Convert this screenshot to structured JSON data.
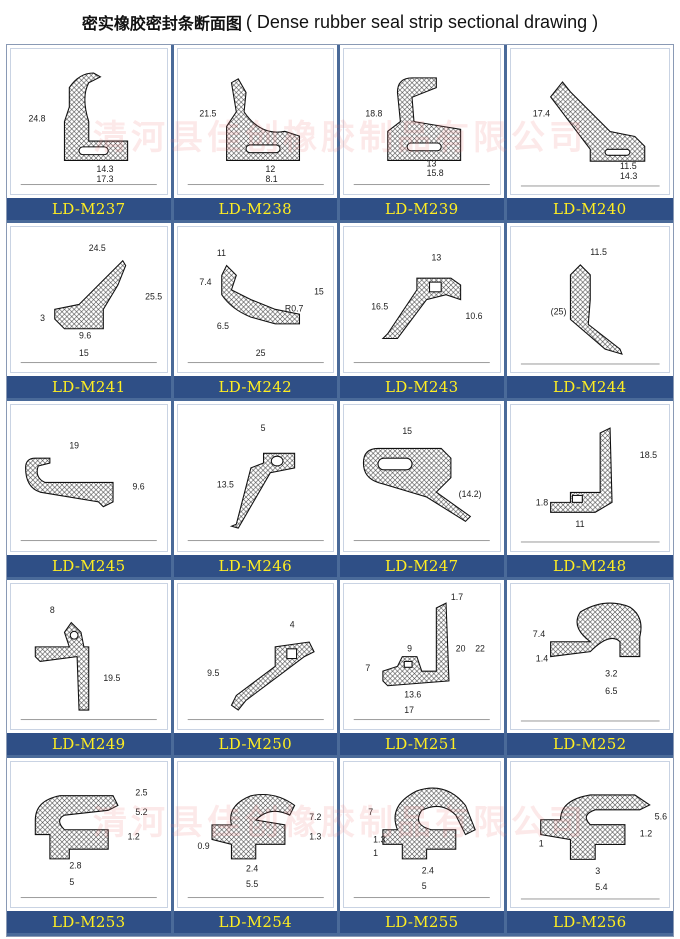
{
  "title": {
    "zh": "密实橡胶密封条断面图",
    "en": "( Dense rubber seal strip sectional drawing )"
  },
  "watermark": "清河县佳创橡胶制品有限公司",
  "items": [
    {
      "code": "LD-M237",
      "dims": [
        "24.8",
        "14.3",
        "17.3"
      ]
    },
    {
      "code": "LD-M238",
      "dims": [
        "21.5",
        "12",
        "8.1"
      ]
    },
    {
      "code": "LD-M239",
      "dims": [
        "18.8",
        "13",
        "15.8"
      ]
    },
    {
      "code": "LD-M240",
      "dims": [
        "17.4",
        "11.5",
        "14.3"
      ]
    },
    {
      "code": "LD-M241",
      "dims": [
        "24.5",
        "25.5",
        "3",
        "9.6",
        "15"
      ]
    },
    {
      "code": "LD-M242",
      "dims": [
        "11",
        "7.4",
        "15",
        "R0.7",
        "6.5",
        "25"
      ]
    },
    {
      "code": "LD-M243",
      "dims": [
        "13",
        "16.5",
        "10.6"
      ]
    },
    {
      "code": "LD-M244",
      "dims": [
        "11.5",
        "(25)"
      ]
    },
    {
      "code": "LD-M245",
      "dims": [
        "19",
        "9.6"
      ]
    },
    {
      "code": "LD-M246",
      "dims": [
        "5",
        "13.5"
      ]
    },
    {
      "code": "LD-M247",
      "dims": [
        "15",
        "(14.2)"
      ]
    },
    {
      "code": "LD-M248",
      "dims": [
        "18.5",
        "1.8",
        "11"
      ]
    },
    {
      "code": "LD-M249",
      "dims": [
        "8",
        "19.5"
      ]
    },
    {
      "code": "LD-M250",
      "dims": [
        "4",
        "9.5"
      ]
    },
    {
      "code": "LD-M251",
      "dims": [
        "1.7",
        "9",
        "20",
        "22",
        "7",
        "13.6",
        "17"
      ]
    },
    {
      "code": "LD-M252",
      "dims": [
        "7.4",
        "1.4",
        "3.2",
        "6.5"
      ]
    },
    {
      "code": "LD-M253",
      "dims": [
        "2.5",
        "5.2",
        "1.2",
        "2.8",
        "5"
      ]
    },
    {
      "code": "LD-M254",
      "dims": [
        "7.2",
        "1.3",
        "0.9",
        "2.4",
        "5.5"
      ]
    },
    {
      "code": "LD-M255",
      "dims": [
        "7",
        "1.3",
        "1",
        "2.4",
        "5"
      ]
    },
    {
      "code": "LD-M256",
      "dims": [
        "5.6",
        "1.2",
        "1",
        "3",
        "5.4"
      ]
    }
  ]
}
